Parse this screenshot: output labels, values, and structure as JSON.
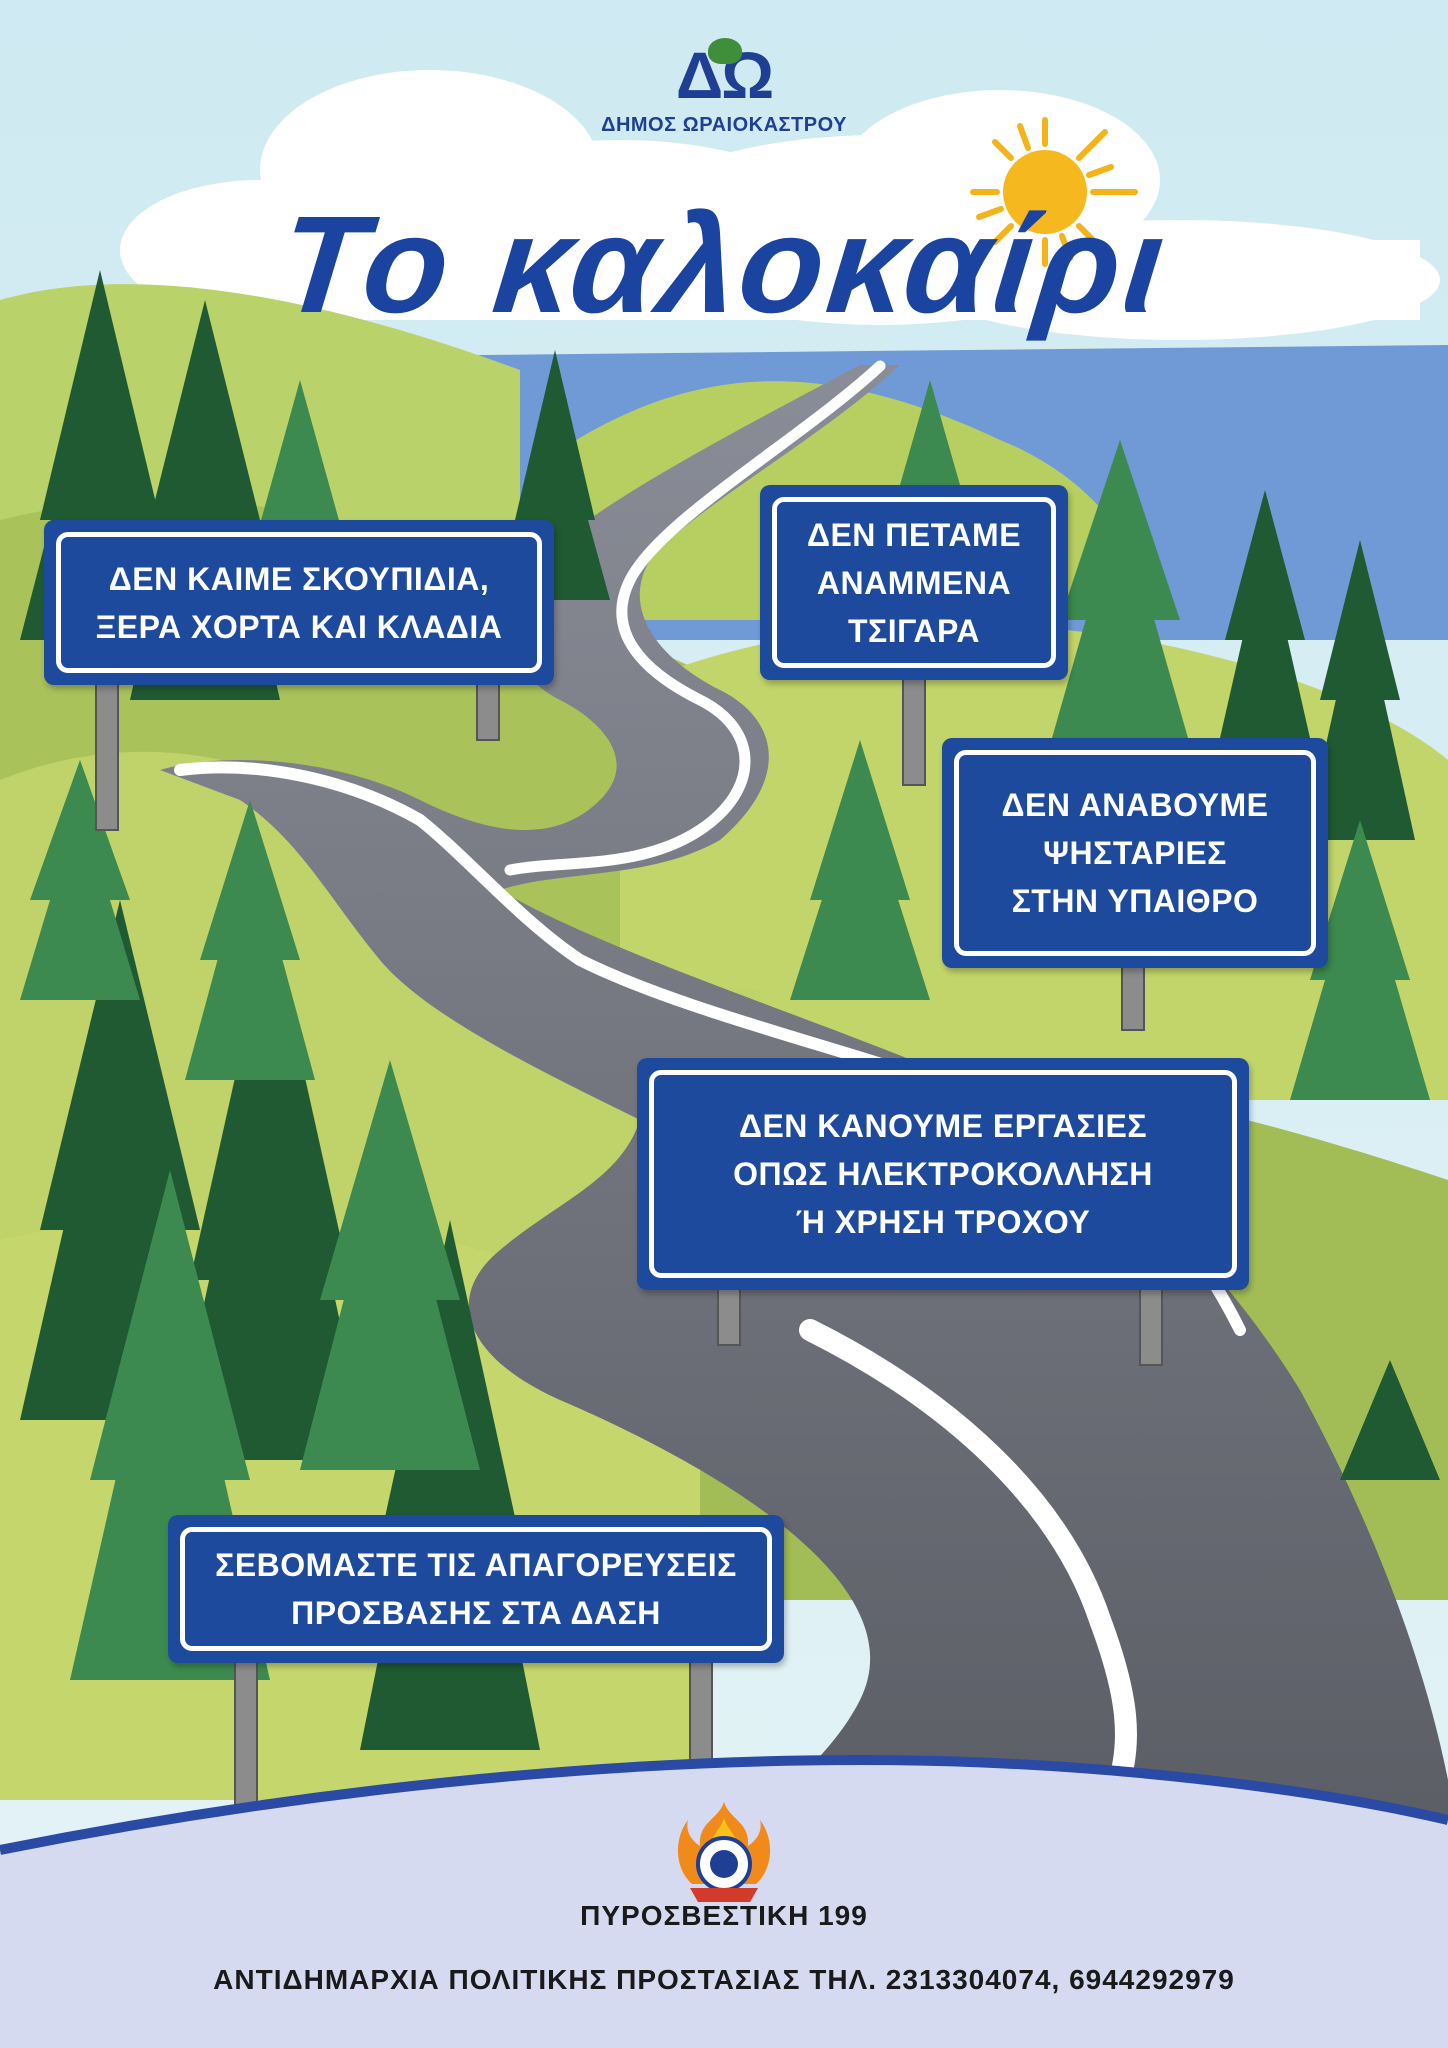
{
  "logo": {
    "mark": "ΔΩ",
    "text": "ΔΗΜΟΣ ΩΡΑΙΟΚΑΣΤΡΟΥ"
  },
  "title": "Το καλοκαίρι",
  "signs": [
    {
      "text": "ΔΕΝ ΚΑΙΜΕ ΣΚΟΥΠΙΔΙΑ,\nΞΕΡΑ ΧΟΡΤΑ ΚΑΙ ΚΛΑΔΙΑ"
    },
    {
      "text": "ΔΕΝ ΠΕΤΑΜΕ\nΑΝΑΜΜΕΝΑ\nΤΣΙΓΑΡΑ"
    },
    {
      "text": "ΔΕΝ ΑΝΑΒΟΥΜΕ\nΨΗΣΤΑΡΙΕΣ\nΣΤΗΝ ΥΠΑΙΘΡΟ"
    },
    {
      "text": "ΔΕΝ ΚΑΝΟΥΜΕ ΕΡΓΑΣΙΕΣ\nΟΠΩΣ ΗΛΕΚΤΡΟΚΟΛΛΗΣΗ\nΉ ΧΡΗΣΗ ΤΡΟΧΟΥ"
    },
    {
      "text": "ΣΕΒΟΜΑΣΤΕ ΤΙΣ ΑΠΑΓΟΡΕΥΣΕΙΣ\nΠΡΟΣΒΑΣΗΣ ΣΤΑ ΔΑΣΗ"
    }
  ],
  "footer": {
    "fire_service": "ΠΥΡΟΣΒΕΣΤΙΚΗ 199",
    "civil_protection": "ΑΝΤΙΔΗΜΑΡΧΙΑ ΠΟΛΙΤΙΚΗΣ ΠΡΟΣΤΑΣΙΑΣ ΤΗΛ. 2313304074, 6944292979"
  },
  "colors": {
    "sky": "#cfe9f0",
    "sign_blue": "#1e4a9e",
    "title_blue": "#1b44a0",
    "road": "#6b6e78",
    "hill_light": "#c9d86a",
    "hill_mid": "#a9c25a",
    "tree_dark": "#1f5a33",
    "tree_light": "#3c8a4f",
    "sea": "#6f9ad6",
    "footer_band": "#d6daf0"
  },
  "icons": [
    "logo-tree-icon",
    "sun-icon",
    "cloud-icon",
    "tree-icon",
    "fire-service-emblem-icon"
  ]
}
